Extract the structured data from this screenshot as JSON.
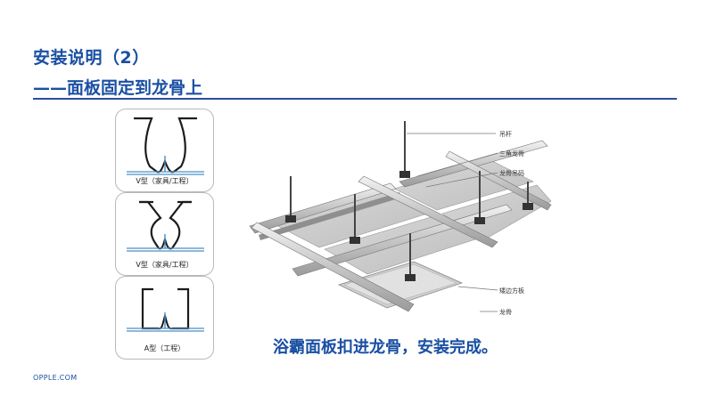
{
  "heading": {
    "title": "安装说明（2）",
    "subtitle": "——面板固定到龙骨上"
  },
  "profiles": [
    {
      "caption": "V型（家具/工程）"
    },
    {
      "caption": "V型（家具/工程）"
    },
    {
      "caption": "A型（工程）"
    }
  ],
  "diagram": {
    "callouts": {
      "rod": "吊杆",
      "triangle_keel": "三角龙骨",
      "keel_hanger": "龙骨吊码",
      "edge_panel": "矮边方板",
      "keel": "龙骨"
    }
  },
  "tagline": "浴霸面板扣进龙骨，安装完成。",
  "footer": "OPPLE.COM",
  "colors": {
    "brand_blue": "#1a4fa3",
    "rule": "#2a4f9e"
  }
}
